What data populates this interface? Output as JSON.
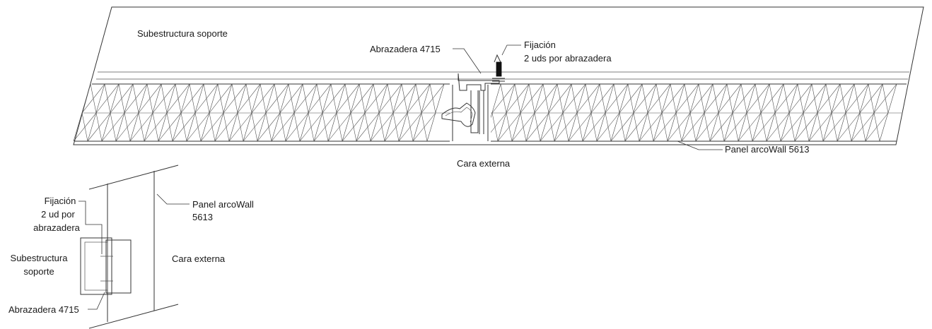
{
  "top_view": {
    "label_substructure": "Subestructura soporte",
    "label_clamp": "Abrazadera 4715",
    "label_fixing_line1": "Fijación",
    "label_fixing_line2": "2 uds por abrazadera",
    "label_panel": "Panel  arcoWall 5613",
    "label_outer_face": "Cara externa"
  },
  "detail_view": {
    "label_fixing_line1": "Fijación",
    "label_fixing_line2": "2 ud por",
    "label_fixing_line3": "abrazadera",
    "label_panel_line1": "Panel arcoWall",
    "label_panel_line2": "5613",
    "label_substructure_line1": "Subestructura",
    "label_substructure_line2": "soporte",
    "label_outer_face": "Cara externa",
    "label_clamp": "Abrazadera 4715"
  }
}
